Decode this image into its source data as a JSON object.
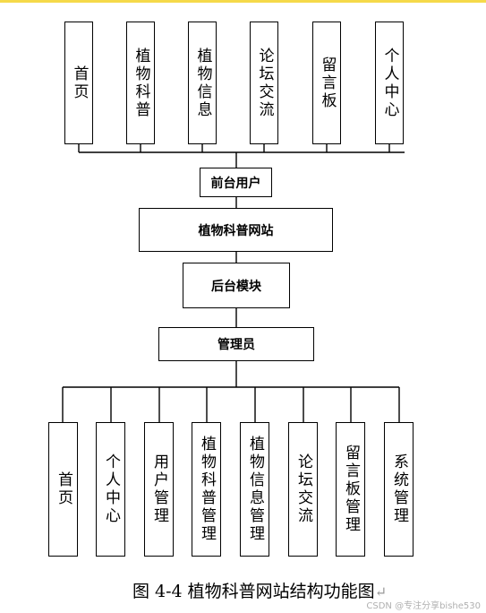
{
  "diagram": {
    "top_modules": [
      "首页",
      "植物科普",
      "植物信息",
      "论坛交流",
      "留言板",
      "个人中心"
    ],
    "front_user": "前台用户",
    "site": "植物科普网站",
    "backend": "后台模块",
    "admin": "管理员",
    "bottom_modules": [
      "首页",
      "个人中心",
      "用户管理",
      "植物科普管理",
      "植物信息管理",
      "论坛交流",
      "留言板管理",
      "系统管理"
    ]
  },
  "caption": {
    "text": "图 4-4 植物科普网站结构功能图",
    "return_mark": "↵"
  },
  "watermark": "CSDN @专注分享bishe530"
}
